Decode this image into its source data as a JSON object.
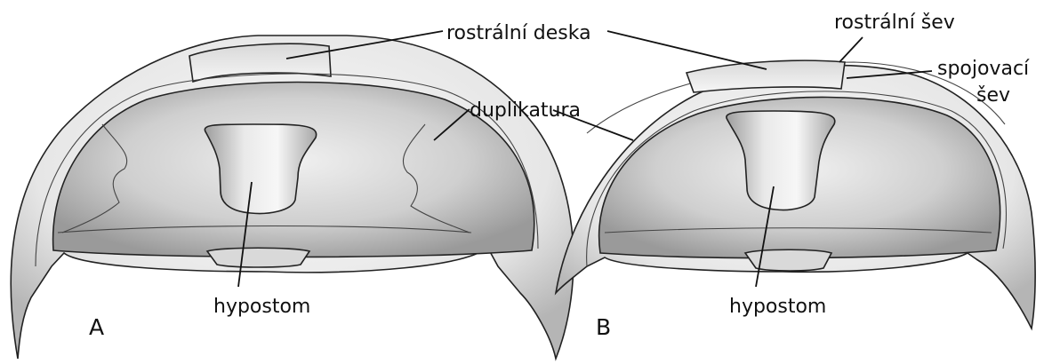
{
  "figure": {
    "panels": [
      {
        "letter": "A",
        "labels": {
          "rostral_plate": "rostrální deska",
          "doublure": "duplikatura",
          "hypostome": "hypostom"
        }
      },
      {
        "letter": "B",
        "labels": {
          "rostral_suture": "rostrální šev",
          "connective_suture_line1": "spojovací",
          "connective_suture_line2": "šev",
          "hypostome": "hypostom"
        }
      }
    ],
    "colors": {
      "line": "#222222",
      "shell_light": "#f4f4f4",
      "shell_mid": "#c8c8c8",
      "shell_dark": "#8c8c8c"
    }
  }
}
